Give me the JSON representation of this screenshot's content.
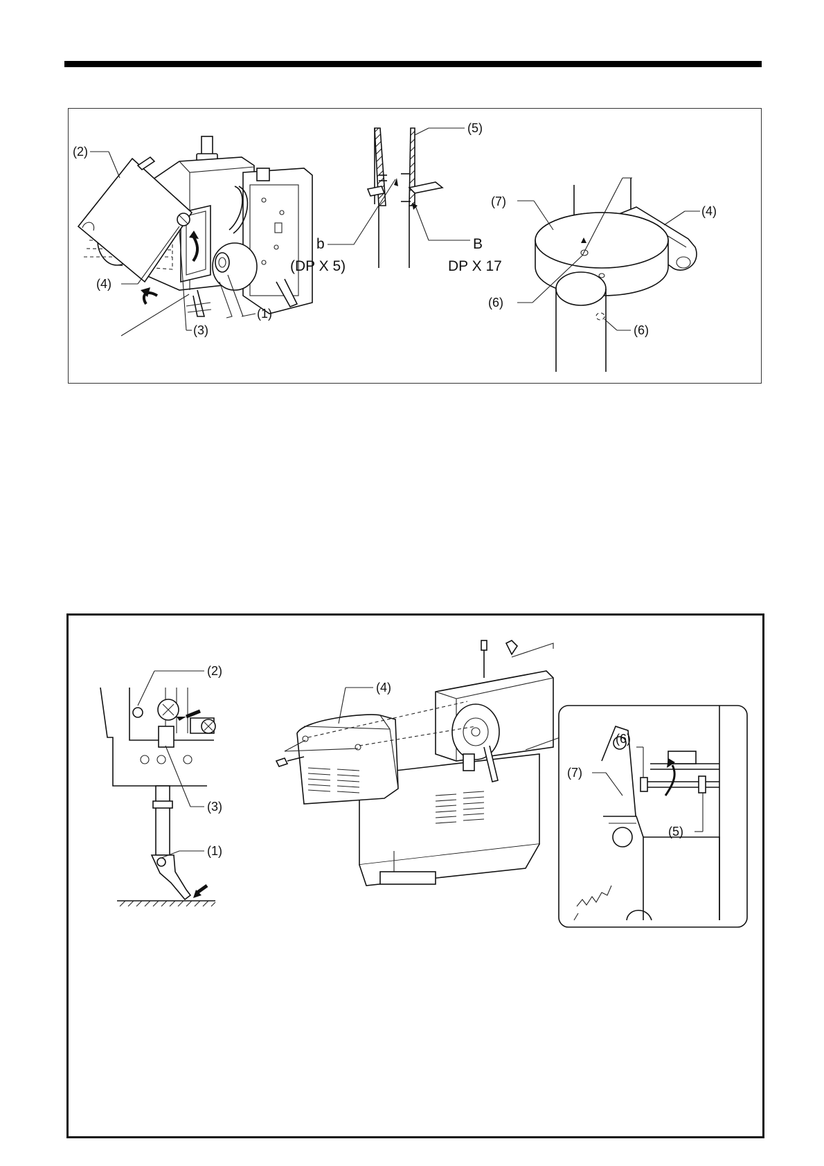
{
  "figure_top": {
    "machine_view": {
      "labels": [
        "(2)",
        "(4)",
        "(3)",
        "(1)"
      ]
    },
    "needle_view": {
      "label_5": "(5)",
      "label_b_lower": "b",
      "label_b_upper": "B",
      "needle_type_b_lower": "(DP X 5)",
      "needle_type_b_upper": "DP X 17"
    },
    "shaft_view": {
      "labels": [
        "(7)",
        "(4)",
        "(6)",
        "(6)"
      ]
    }
  },
  "figure_bottom": {
    "presser_view": {
      "labels": [
        "(2)",
        "(3)",
        "(1)"
      ]
    },
    "cover_view": {
      "label_4": "(4)"
    },
    "detail_view": {
      "labels": [
        "(6)",
        "(7)",
        "(5)"
      ]
    }
  }
}
